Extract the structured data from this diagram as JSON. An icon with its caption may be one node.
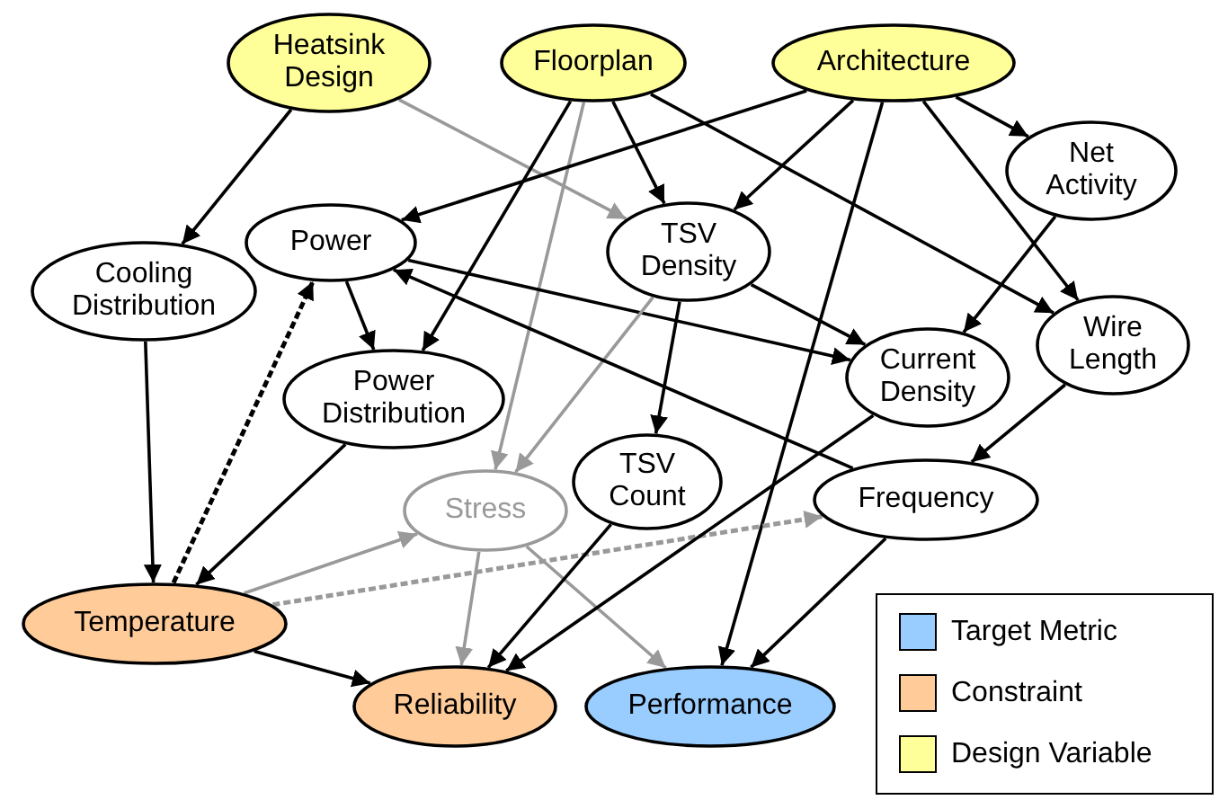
{
  "diagram": {
    "nodes": [
      {
        "text": [
          "Heatsink Design"
        ]
      },
      {
        "text": [
          "Floorplan"
        ]
      },
      {
        "text": [
          "Architecture"
        ]
      },
      {
        "text": [
          "Net Activity"
        ]
      },
      {
        "text": [
          "Power"
        ]
      },
      {
        "text": [
          "TSV Density"
        ]
      },
      {
        "text": [
          "Cooling Distribution"
        ]
      },
      {
        "text": [
          "Current Density"
        ]
      },
      {
        "text": [
          "Wire Length"
        ]
      },
      {
        "text": [
          "Power Distribution"
        ]
      },
      {
        "text": [
          "Stress"
        ]
      },
      {
        "text": [
          "TSV Count"
        ]
      },
      {
        "text": [
          "Frequency"
        ]
      },
      {
        "text": [
          "Temperature"
        ]
      },
      {
        "text": [
          "Reliability"
        ]
      },
      {
        "text": [
          "Performance"
        ]
      }
    ],
    "edges": [
      {
        "from": 0,
        "to": 6,
        "arrow": "to"
      },
      {
        "from": 0,
        "to": 5,
        "arrow": "to",
        "color": "#999999"
      },
      {
        "from": 1,
        "to": 5,
        "arrow": "to"
      },
      {
        "from": 1,
        "to": 9,
        "arrow": "to"
      },
      {
        "from": 1,
        "to": 10,
        "arrow": "to",
        "color": "#999999"
      },
      {
        "from": 1,
        "to": 8,
        "arrow": "to"
      },
      {
        "from": 2,
        "to": 4,
        "arrow": "to"
      },
      {
        "from": 2,
        "to": 5,
        "arrow": "to"
      },
      {
        "from": 2,
        "to": 3,
        "arrow": "to"
      },
      {
        "from": 2,
        "to": 8,
        "arrow": "to"
      },
      {
        "from": 2,
        "to": 15,
        "arrow": "to"
      },
      {
        "from": 3,
        "to": 7,
        "arrow": "to"
      },
      {
        "from": 4,
        "to": 9,
        "arrow": "to"
      },
      {
        "from": 4,
        "to": 7,
        "arrow": "to"
      },
      {
        "from": 5,
        "to": 7,
        "arrow": "to"
      },
      {
        "from": 5,
        "to": 11,
        "arrow": "to"
      },
      {
        "from": 5,
        "to": 10,
        "arrow": "to",
        "color": "#999999"
      },
      {
        "from": 6,
        "to": 13,
        "arrow": "to"
      },
      {
        "from": 9,
        "to": 13,
        "arrow": "to"
      },
      {
        "from": 13,
        "to": 4,
        "arrow": "to",
        "style": "dashed"
      },
      {
        "from": 13,
        "to": 10,
        "arrow": "to",
        "color": "#999999"
      },
      {
        "from": 13,
        "to": 12,
        "arrow": "to",
        "style": "dashed",
        "color": "#999999"
      },
      {
        "from": 13,
        "to": 14,
        "arrow": "to"
      },
      {
        "from": 10,
        "to": 14,
        "arrow": "to",
        "color": "#999999"
      },
      {
        "from": 10,
        "to": 15,
        "arrow": "to",
        "color": "#999999"
      },
      {
        "from": 11,
        "to": 14,
        "arrow": "to"
      },
      {
        "from": 7,
        "to": 14,
        "arrow": "to"
      },
      {
        "from": 12,
        "to": 4,
        "arrow": "to"
      },
      {
        "from": 8,
        "to": 12,
        "arrow": "to"
      },
      {
        "from": 12,
        "to": 15,
        "arrow": "to"
      }
    ],
    "legend": [
      {
        "text": "Target Metric",
        "color": "#99ccff"
      },
      {
        "text": "Constraint",
        "color": "#ffcc99"
      },
      {
        "text": "Design Variable",
        "color": "#ffff99"
      }
    ]
  }
}
